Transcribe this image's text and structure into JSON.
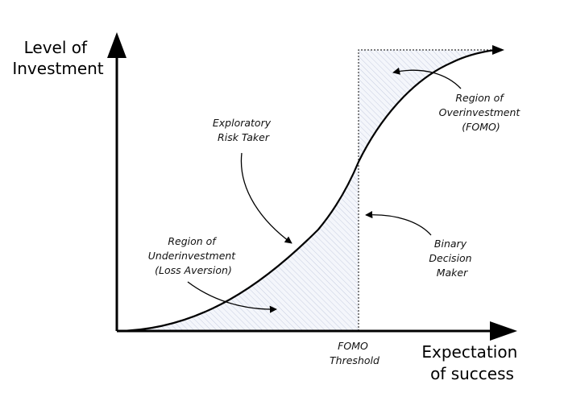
{
  "axes": {
    "y_title_lines": [
      "Level of",
      "Investment"
    ],
    "x_title_lines": [
      "Expectation",
      "of success"
    ]
  },
  "threshold_label_lines": [
    "FOMO",
    "Threshold"
  ],
  "annotations": {
    "exploratory": [
      "Exploratory",
      "Risk Taker"
    ],
    "overinvestment": [
      "Region of",
      "Overinvestment",
      "(FOMO)"
    ],
    "underinvestment": [
      "Region of",
      "Underinvestment",
      "(Loss Aversion)"
    ],
    "binary": [
      "Binary",
      "Decision",
      "Maker"
    ]
  }
}
